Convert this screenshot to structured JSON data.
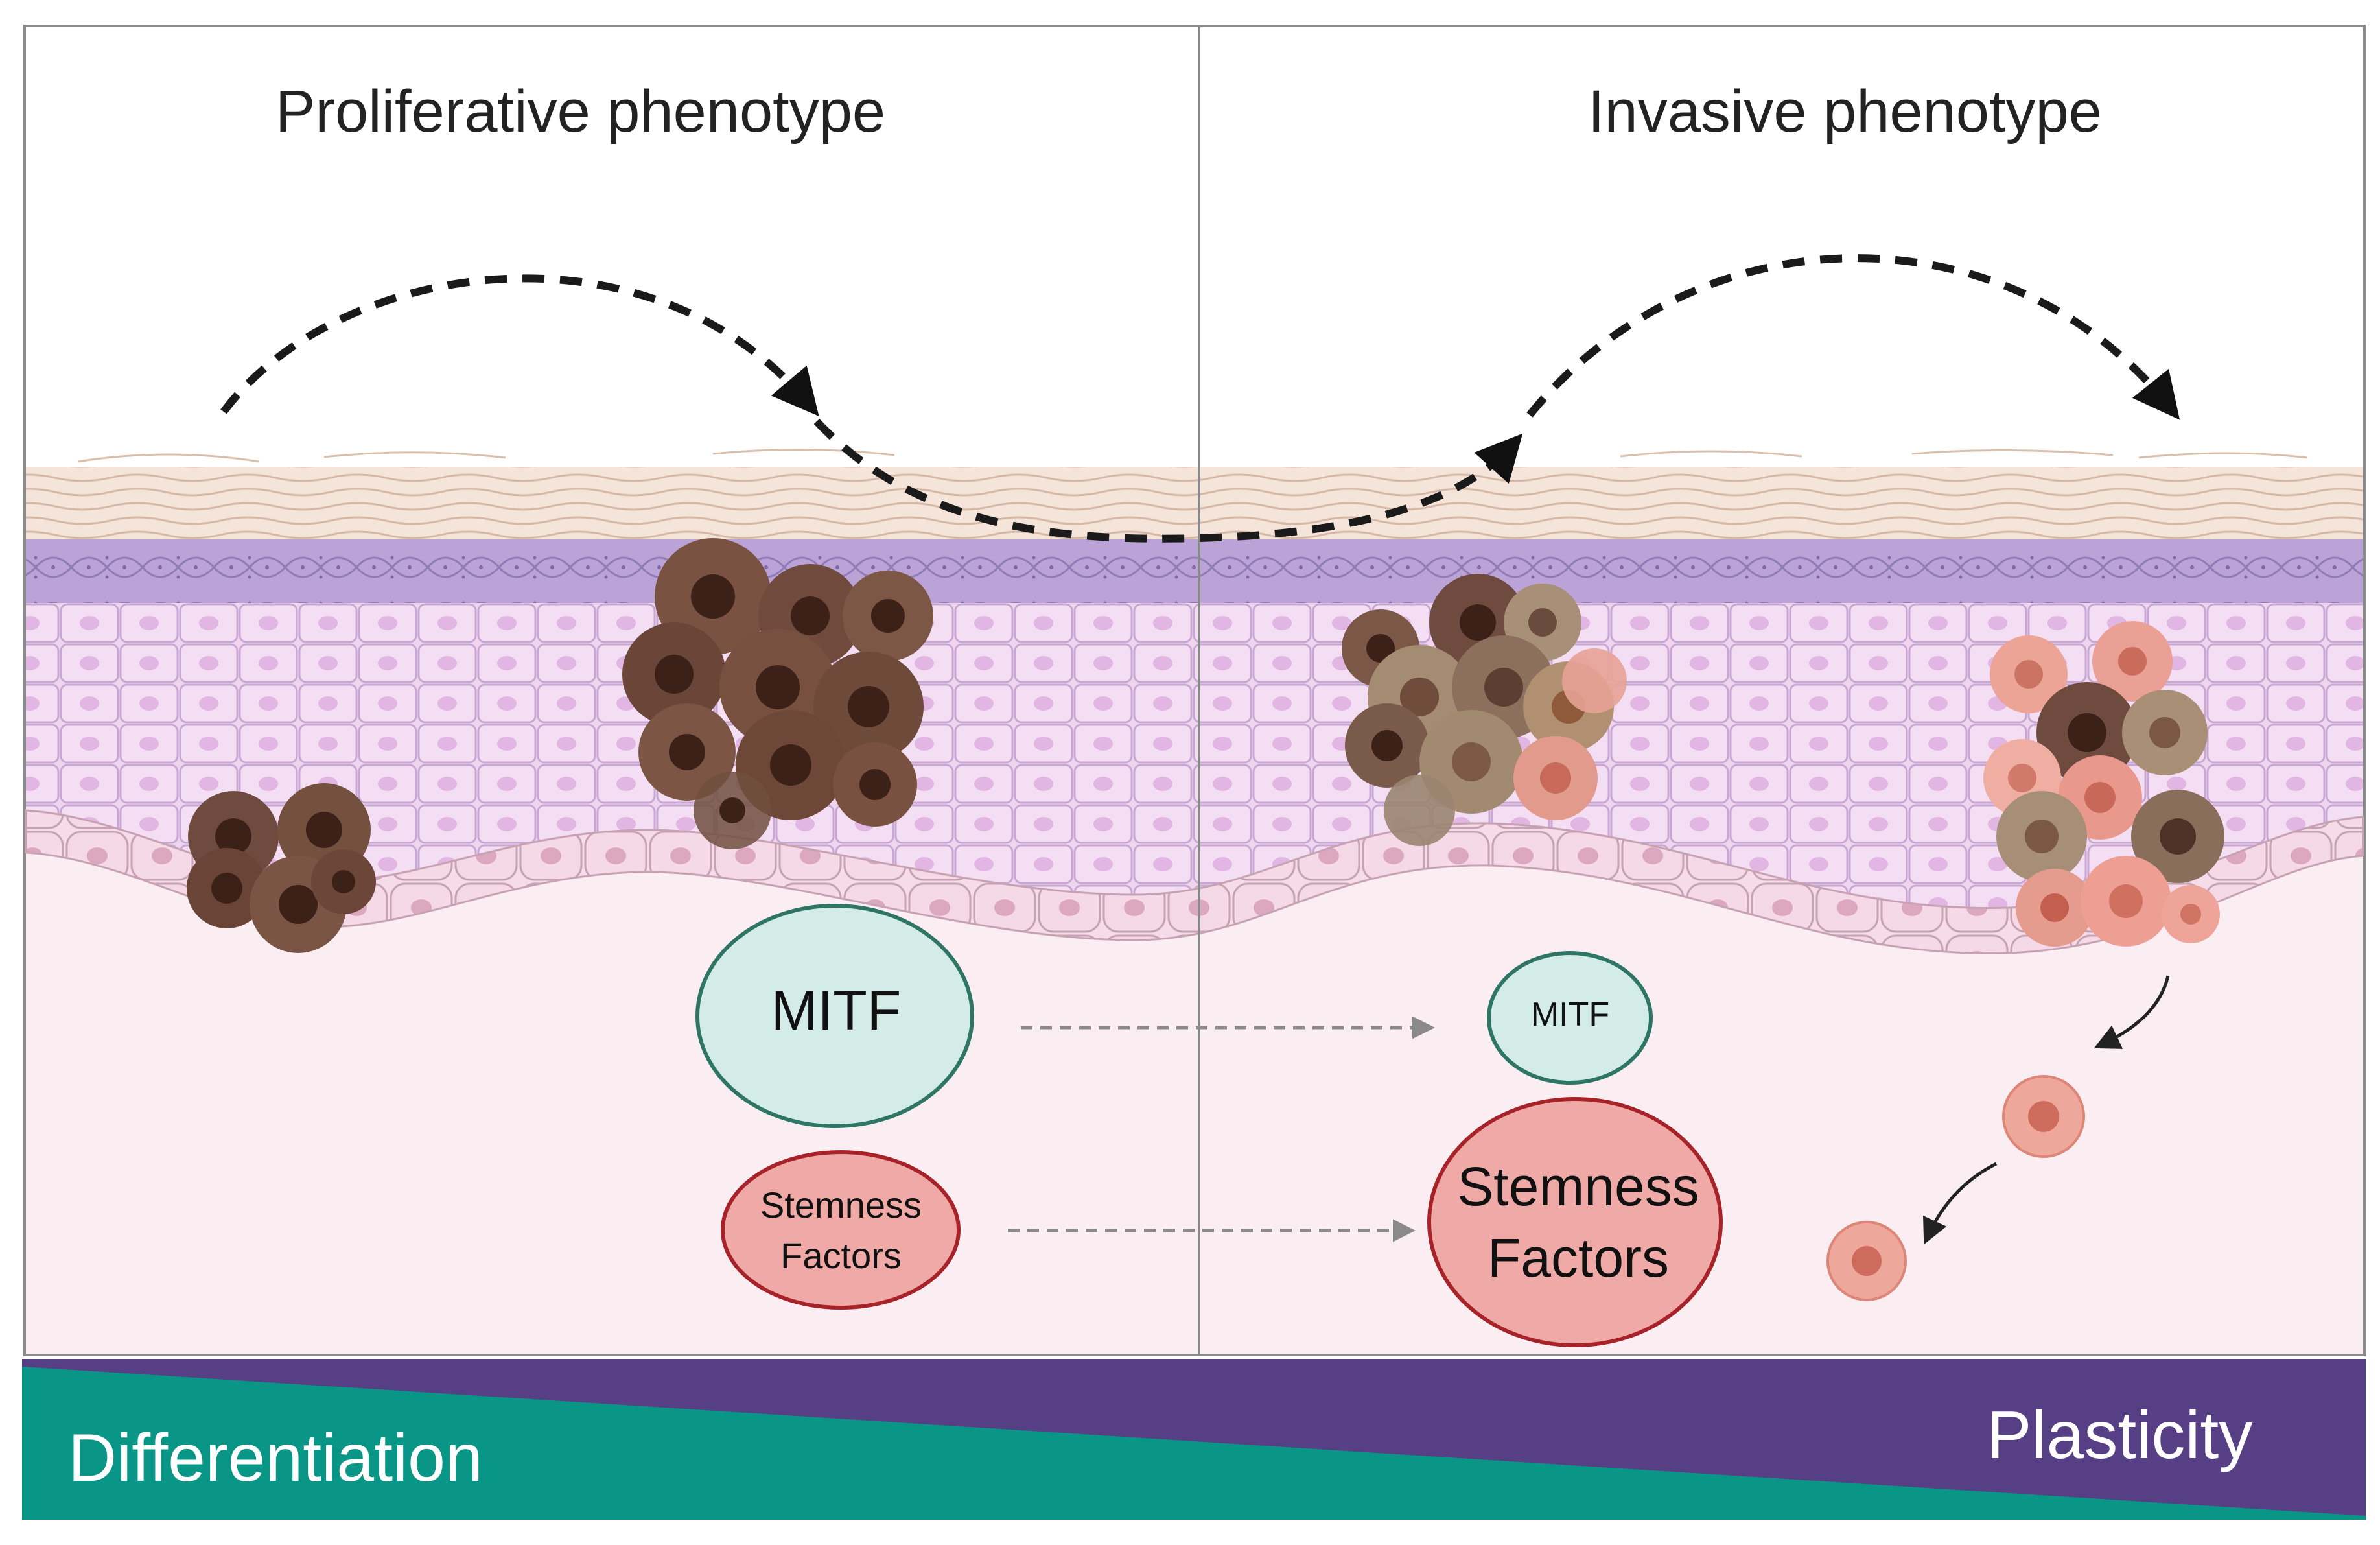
{
  "panels": {
    "left": {
      "title": "Proliferative phenotype"
    },
    "right": {
      "title": "Invasive phenotype"
    }
  },
  "nodes": {
    "mitf_left": "MITF",
    "mitf_right": "MITF",
    "stemness_left": [
      "Stemness",
      "Factors"
    ],
    "stemness_right": [
      "Stemness",
      "Factors"
    ]
  },
  "gradient_bar": {
    "left_label": "Differentiation",
    "right_label": "Plasticity"
  },
  "colors": {
    "skin_dermis": "#fbeef3",
    "epidermis_cells": "#f0d3ee",
    "basal_cells": "#f3d6e2",
    "stratum_corneum": "#f3ddd2",
    "granular_layer": "#b6a0d4",
    "melanoma_dark": "#6f4a3f",
    "melanoma_tan": "#a08770",
    "melanoma_pink": "#e99a8e",
    "mitf_fill": "#d4ece7",
    "mitf_stroke": "#2f7565",
    "stemness_fill": "#efaaa7",
    "stemness_stroke": "#a8222a",
    "bar_teal": "#0a9686",
    "bar_purple": "#573f86"
  }
}
